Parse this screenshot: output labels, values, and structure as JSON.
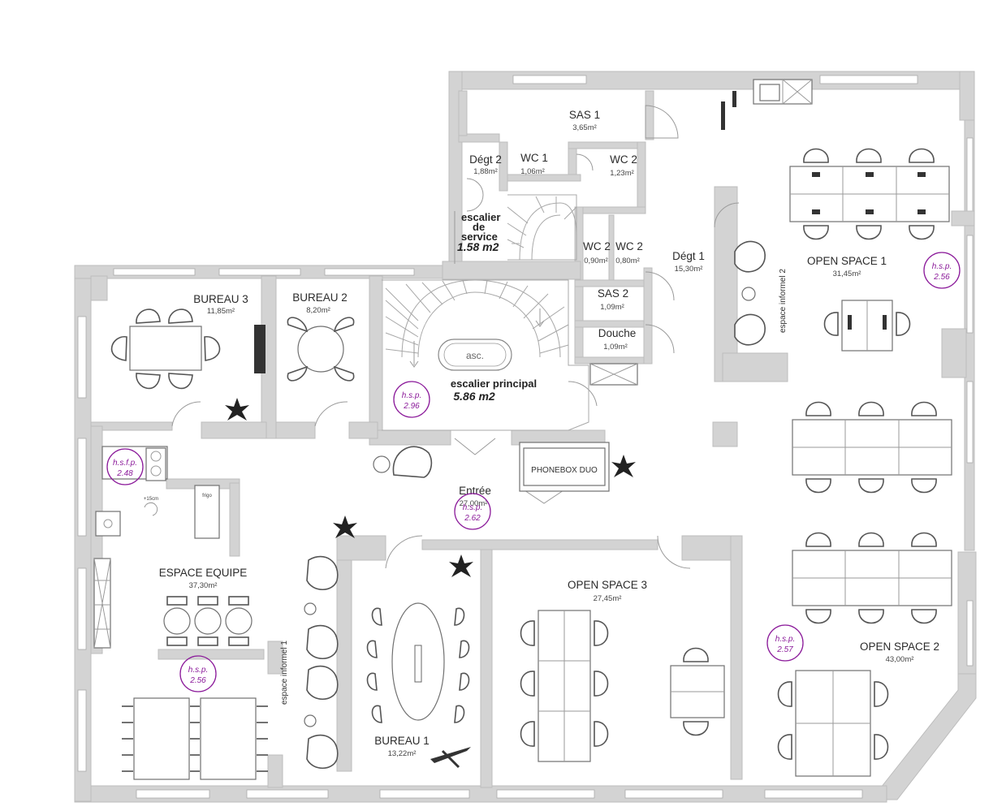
{
  "rooms": {
    "sas1": {
      "name": "SAS 1",
      "area": "3,65m²"
    },
    "degt2": {
      "name": "Dégt 2",
      "area": "1,88m²"
    },
    "wc1": {
      "name": "WC 1",
      "area": "1,06m²"
    },
    "wc2": {
      "name": "WC 2",
      "area": "1,23m²"
    },
    "wc2b": {
      "name": "WC 2",
      "area": "0,90m²"
    },
    "wc2c": {
      "name": "WC 2",
      "area": "0,80m²"
    },
    "sas2": {
      "name": "SAS 2",
      "area": "1,09m²"
    },
    "douche": {
      "name": "Douche",
      "area": "1,09m²"
    },
    "degt1": {
      "name": "Dégt 1",
      "area": "15,30m²"
    },
    "open1": {
      "name": "OPEN SPACE 1",
      "area": "31,45m²"
    },
    "bureau3": {
      "name": "BUREAU 3",
      "area": "11,85m²"
    },
    "bureau2": {
      "name": "BUREAU 2",
      "area": "8,20m²"
    },
    "entree": {
      "name": "Entrée",
      "area": "27,00m²"
    },
    "espace_equipe": {
      "name": "ESPACE EQUIPE",
      "area": "37,30m²"
    },
    "open3": {
      "name": "OPEN SPACE 3",
      "area": "27,45m²"
    },
    "open2": {
      "name": "OPEN SPACE 2",
      "area": "43,00m²"
    },
    "bureau1": {
      "name": "BUREAU 1",
      "area": "13,22m²"
    }
  },
  "stairs": {
    "service_name_1": "escalier",
    "service_name_2": "de",
    "service_name_3": "service",
    "service_area": "1.58  m2",
    "main_name": "escalier  principal",
    "main_area": "5.86  m2",
    "lift": "asc."
  },
  "labels": {
    "phonebox": "PHONEBOX DUO",
    "espace_informel_1": "espace informel 1",
    "espace_informel_2": "espace informel 2",
    "kitchen_height": "+15cm",
    "frigo": "frigo"
  },
  "heights": [
    {
      "label": "h.s.p.",
      "value": "2.56"
    },
    {
      "label": "h.s.p.",
      "value": "2.96"
    },
    {
      "label": "h.s.f.p.",
      "value": "2.48"
    },
    {
      "label": "h.s.p.",
      "value": "2.62"
    },
    {
      "label": "h.s.p.",
      "value": "2.56"
    },
    {
      "label": "h.s.p.",
      "value": "2.57"
    }
  ],
  "colors": {
    "height_marker": "#8b1a9a",
    "walls": "#d3d3d3"
  }
}
